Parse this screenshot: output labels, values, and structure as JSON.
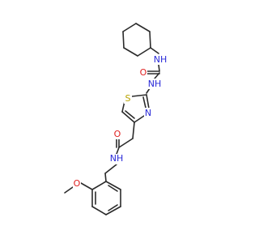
{
  "molecule": {
    "colors": {
      "carbon_bond": "#2b2b2b",
      "nitrogen": "#2a2ad8",
      "oxygen": "#e02020",
      "sulfur": "#b8a300",
      "background": "#ffffff"
    },
    "labels": {
      "nh_urea_top": "NH",
      "o_urea": "O",
      "nh_urea_bottom": "NH",
      "s_thiazole": "S",
      "n_thiazole": "N",
      "o_amide": "O",
      "nh_amide": "NH",
      "o_methoxy": "O"
    }
  }
}
